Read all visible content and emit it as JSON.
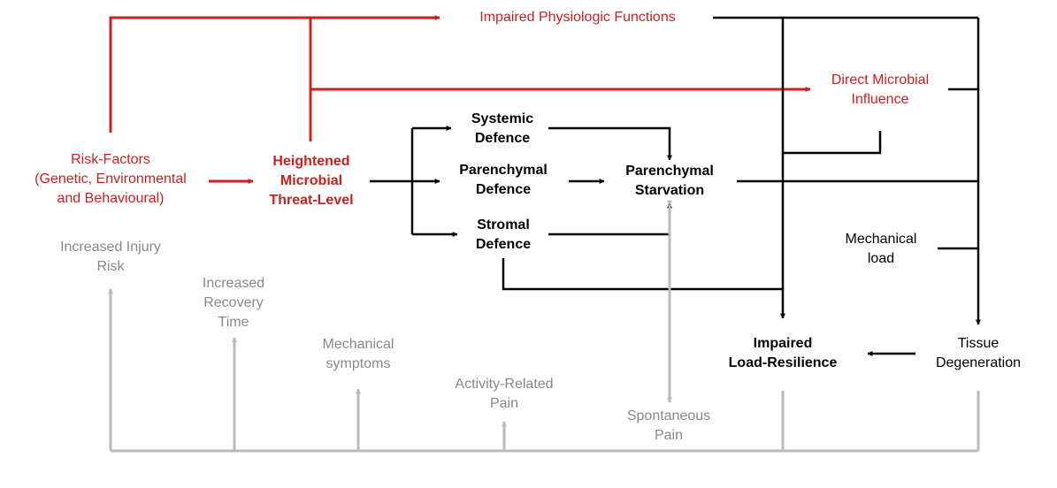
{
  "diagram": {
    "colors": {
      "risk": "#cc1f1f",
      "main": "#000000",
      "symptom": "#bbbbbb",
      "symptom_text": "#888888"
    },
    "nodes": {
      "impaired_physiologic": {
        "lines": [
          "Impaired Physiologic Functions"
        ]
      },
      "direct_microbial": {
        "lines": [
          "Direct Microbial",
          "Influence"
        ]
      },
      "risk_factors": {
        "lines": [
          "Risk-Factors",
          "(Genetic, Environmental",
          "and Behavioural)"
        ]
      },
      "heightened_threat": {
        "lines": [
          "Heightened",
          "Microbial",
          "Threat-Level"
        ]
      },
      "systemic_defence": {
        "lines": [
          "Systemic",
          "Defence"
        ]
      },
      "parenchymal_defence": {
        "lines": [
          "Parenchymal",
          "Defence"
        ]
      },
      "stromal_defence": {
        "lines": [
          "Stromal",
          "Defence"
        ]
      },
      "parenchymal_starvation": {
        "lines": [
          "Parenchymal",
          "Starvation"
        ]
      },
      "mechanical_load": {
        "lines": [
          "Mechanical",
          "load"
        ]
      },
      "impaired_load_resilience": {
        "lines": [
          "Impaired",
          "Load-Resilience"
        ]
      },
      "tissue_degeneration": {
        "lines": [
          "Tissue",
          "Degeneration"
        ]
      },
      "increased_injury_risk": {
        "lines": [
          "Increased Injury",
          "Risk"
        ]
      },
      "increased_recovery_time": {
        "lines": [
          "Increased",
          "Recovery",
          "Time"
        ]
      },
      "mechanical_symptoms": {
        "lines": [
          "Mechanical",
          "symptoms"
        ]
      },
      "activity_related_pain": {
        "lines": [
          "Activity-Related",
          "Pain"
        ]
      },
      "spontaneous_pain": {
        "lines": [
          "Spontaneous",
          "Pain"
        ]
      }
    }
  }
}
